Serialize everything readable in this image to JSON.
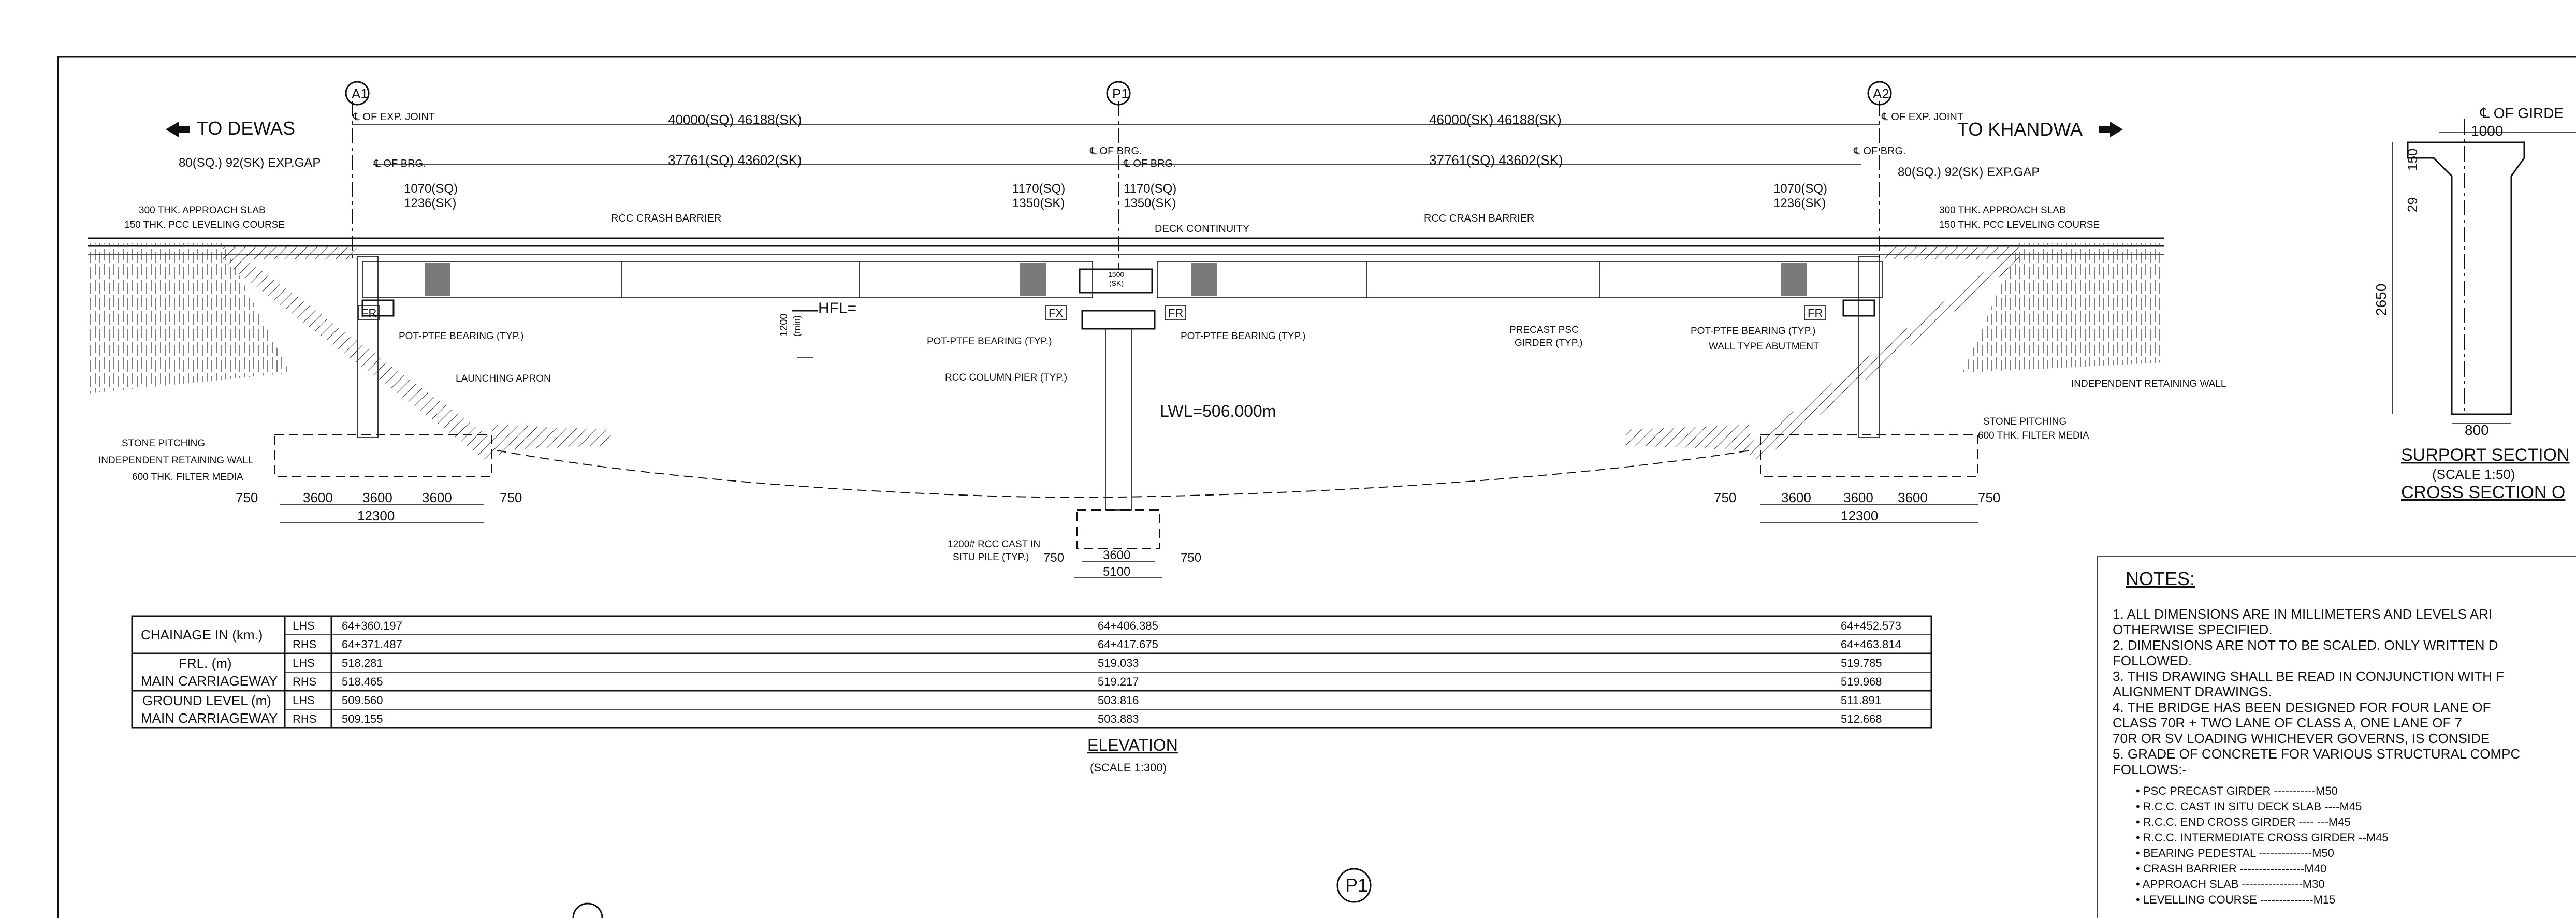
{
  "labels": {
    "to_left": "TO DEWAS",
    "to_right": "TO KHANDWA",
    "exp_joint_l": "℄ OF EXP. JOINT",
    "exp_joint_r": "℄ OF EXP. JOINT",
    "brg_l": "℄ OF BRG.",
    "brg_p1a": "℄ OF BRG.",
    "brg_p1b": "℄ OF BRG.",
    "brg_r": "℄ OF BRG.",
    "gap_l": "80(SQ.) 92(SK) EXP.GAP",
    "gap_r": "80(SQ.) 92(SK) EXP.GAP",
    "span1": "40000(SQ) 46188(SK)",
    "span2": "46000(SK) 46188(SK)",
    "brg_span1": "37761(SQ) 43602(SK)",
    "brg_span2": "37761(SQ) 43602(SK)",
    "d1a": "1070(SQ)",
    "d1b": "1236(SK)",
    "d2a": "1170(SQ)",
    "d2b": "1350(SK)",
    "d3a": "1170(SQ)",
    "d3b": "1350(SK)",
    "d4a": "1070(SQ)",
    "d4b": "1236(SK)",
    "approach_l1": "300 THK. APPROACH SLAB",
    "approach_l2": "150 THK. PCC LEVELING COURSE",
    "approach_r1": "300 THK. APPROACH SLAB",
    "approach_r2": "150 THK. PCC LEVELING COURSE",
    "crash_l": "RCC CRASH BARRIER",
    "crash_r": "RCC CRASH BARRIER",
    "deck": "DECK CONTINUITY",
    "hfl": "HFL=",
    "hfl_dim": "1200",
    "hfl_min": "(min)",
    "pier_box1": "1500",
    "pier_box2": "(SK)",
    "bearing_l": "POT-PTFE BEARING (TYP.)",
    "bearing_p1": "POT-PTFE BEARING (TYP.)",
    "bearing_p2": "POT-PTFE BEARING (TYP.)",
    "bearing_r": "POT-PTFE BEARING (TYP.)",
    "fr1": "FR",
    "fx": "FX",
    "fr2": "FR",
    "fr3": "FR",
    "launching": "LAUNCHING APRON",
    "pier": "RCC COLUMN PIER (TYP.)",
    "lwl": "LWL=506.000m",
    "girder1": "PRECAST PSC",
    "girder2": "GIRDER (TYP.)",
    "wall_abut": "WALL TYPE ABUTMENT",
    "irw_r": "INDEPENDENT RETAINING WALL",
    "stone_l": "STONE PITCHING",
    "irw_l": "INDEPENDENT RETAINING WALL",
    "filter_l": "600 THK. FILTER MEDIA",
    "stone_r": "STONE PITCHING",
    "filter_r": "600 THK. FILTER MEDIA",
    "pile1": "1200# RCC CAST IN",
    "pile2": "SITU PILE (TYP.)",
    "a1": "A1",
    "p1": "P1",
    "a2": "A2",
    "p1_bottom": "P1",
    "l_750a": "750",
    "l_3600a": "3600",
    "l_3600b": "3600",
    "l_3600c": "3600",
    "l_750b": "750",
    "l_12300": "12300",
    "p_750a": "750",
    "p_3600": "3600",
    "p_750b": "750",
    "p_5100": "5100",
    "r_750a": "750",
    "r_3600a": "3600",
    "r_3600b": "3600",
    "r_3600c": "3600",
    "r_750b": "750",
    "r_12300": "12300",
    "elevation": "ELEVATION",
    "elev_scale": "(SCALE 1:300)"
  },
  "table": {
    "rows": [
      {
        "label": "CHAINAGE IN (km.)",
        "side": "LHS",
        "v1": "64+360.197",
        "v2": "64+406.385",
        "v3": "64+452.573"
      },
      {
        "label": "",
        "side": "RHS",
        "v1": "64+371.487",
        "v2": "64+417.675",
        "v3": "64+463.814"
      },
      {
        "label": "FRL. (m)",
        "side": "LHS",
        "v1": "518.281",
        "v2": "519.033",
        "v3": "519.785"
      },
      {
        "label": "MAIN CARRIAGEWAY",
        "side": "RHS",
        "v1": "518.465",
        "v2": "519.217",
        "v3": "519.968"
      },
      {
        "label": "GROUND LEVEL (m)",
        "side": "LHS",
        "v1": "509.560",
        "v2": "503.816",
        "v3": "511.891"
      },
      {
        "label": "MAIN CARRIAGEWAY",
        "side": "RHS",
        "v1": "509.155",
        "v2": "503.883",
        "v3": "512.668"
      }
    ]
  },
  "section": {
    "cl": "℄ OF GIRDE",
    "w_top": "1000",
    "h_150": "150",
    "h_29": "29",
    "h_2650": "2650",
    "w_bot": "800",
    "title": "SURPORT SECTION",
    "scale": "(SCALE 1:50)",
    "subtitle": "CROSS SECTION O"
  },
  "notes": {
    "title": "NOTES:",
    "lines": [
      "1. ALL DIMENSIONS ARE IN  MILLIMETERS AND  LEVELS ARI",
      "OTHERWISE SPECIFIED.",
      "2.  DIMENSIONS ARE NOT TO BE SCALED. ONLY WRITTEN  D",
      "     FOLLOWED.",
      "3.  THIS DRAWING SHALL BE READ IN CONJUNCTION WITH F",
      "     ALIGNMENT  DRAWINGS.",
      "4.  THE BRIDGE HAS BEEN DESIGNED FOR FOUR LANE OF",
      "     CLASS 70R + TWO LANE OF CLASS A, ONE LANE OF 7",
      "     70R OR SV LOADING WHICHEVER GOVERNS, IS CONSIDE",
      "5.  GRADE OF CONCRETE FOR VARIOUS STRUCTURAL COMPC",
      "     FOLLOWS:-"
    ],
    "grades": [
      "• PSC PRECAST GIRDER -----------M50",
      "• R.C.C. CAST IN SITU DECK SLAB ----M45",
      "• R.C.C. END CROSS GIRDER ---- ---M45",
      "• R.C.C. INTERMEDIATE CROSS GIRDER --M45",
      "• BEARING PEDESTAL --------------M50",
      "• CRASH BARRIER -----------------M40",
      "• APPROACH SLAB ----------------M30",
      "• LEVELLING COURSE --------------M15"
    ]
  },
  "colors": {
    "ink": "#111111",
    "background": "#ffffff",
    "gray": "#7a7a7a"
  }
}
